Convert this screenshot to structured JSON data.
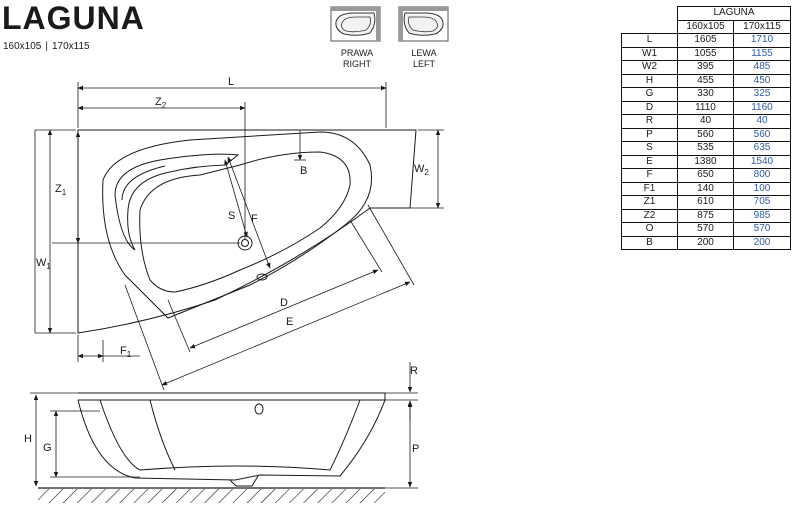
{
  "title": "LAGUNA",
  "sizes": [
    "160x105",
    "170x115"
  ],
  "orientation": {
    "right": {
      "pl": "PRAWA",
      "en": "RIGHT"
    },
    "left": {
      "pl": "LEWA",
      "en": "LEFT"
    }
  },
  "diagram_labels": {
    "L": "L",
    "Z2": "Z",
    "Z2_sub": "2",
    "Z1": "Z",
    "Z1_sub": "1",
    "W1": "W",
    "W1_sub": "1",
    "W2": "W",
    "W2_sub": "2",
    "B": "B",
    "S": "S",
    "F": "F",
    "D": "D",
    "E": "E",
    "F1": "F",
    "F1_sub": "1",
    "R": "R",
    "H": "H",
    "G": "G",
    "P": "P"
  },
  "table": {
    "header": "LAGUNA",
    "columns": [
      "160x105",
      "170x115"
    ],
    "rows": [
      {
        "label": "L",
        "v1": "1605",
        "v2": "1710"
      },
      {
        "label": "W1",
        "v1": "1055",
        "v2": "1155"
      },
      {
        "label": "W2",
        "v1": "395",
        "v2": "485"
      },
      {
        "label": "H",
        "v1": "455",
        "v2": "450"
      },
      {
        "label": "G",
        "v1": "330",
        "v2": "325"
      },
      {
        "label": "D",
        "v1": "1110",
        "v2": "1160"
      },
      {
        "label": "R",
        "v1": "40",
        "v2": "40"
      },
      {
        "label": "P",
        "v1": "560",
        "v2": "560"
      },
      {
        "label": "S",
        "v1": "535",
        "v2": "635"
      },
      {
        "label": "E",
        "v1": "1380",
        "v2": "1540"
      },
      {
        "label": "F",
        "v1": "650",
        "v2": "800"
      },
      {
        "label": "F1",
        "v1": "140",
        "v2": "100"
      },
      {
        "label": "Z1",
        "v1": "610",
        "v2": "705"
      },
      {
        "label": "Z2",
        "v1": "875",
        "v2": "985"
      },
      {
        "label": "O",
        "v1": "570",
        "v2": "570"
      },
      {
        "label": "B",
        "v1": "200",
        "v2": "200"
      }
    ]
  },
  "colors": {
    "line": "#1a1a1a",
    "accent_value": "#2d5aa8"
  }
}
